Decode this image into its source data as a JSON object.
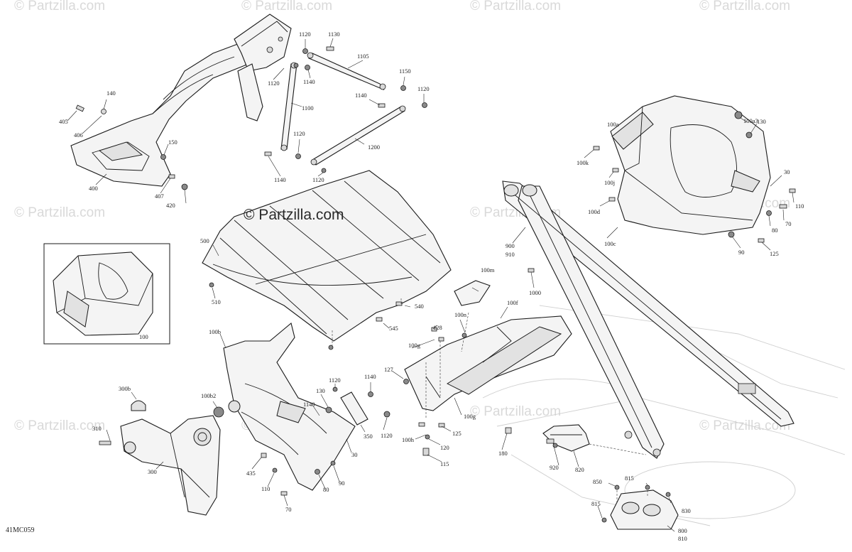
{
  "watermark": {
    "main": "© Partzilla.com",
    "faint": "© Partzilla.com"
  },
  "drawing_code": "41MC059",
  "labels": {
    "l400": "400",
    "l405": "405",
    "l406": "406",
    "l140": "140",
    "l150": "150",
    "l407": "407",
    "l420": "420",
    "l1120a": "1120",
    "l1130": "1130",
    "l1105": "1105",
    "l1120b": "1120",
    "l1140a": "1140",
    "l1150": "1150",
    "l1140b": "1140",
    "l1120c": "1120",
    "l1100": "1100",
    "l1120d": "1120",
    "l1200": "1200",
    "l1140c": "1140",
    "l1120e": "1120",
    "l500": "500",
    "l510": "510",
    "l540": "540",
    "l545": "545",
    "l100": "100",
    "l100a3": "100a3",
    "l100a": "100a",
    "l130a": "130",
    "l100k": "100k",
    "l100j": "100j",
    "l30a": "30",
    "l110a": "110",
    "l100d": "100d",
    "l70a": "70",
    "l80a": "80",
    "l100c": "100c",
    "l90a": "90",
    "l125a": "125",
    "l900": "900",
    "l910": "910",
    "l1000": "1000",
    "l100m": "100m",
    "l100n": "100n",
    "l100f": "100f",
    "l128": "128",
    "l100g": "100g",
    "l127": "127",
    "l100g2": "100g",
    "l125b": "125",
    "l100h": "100h",
    "l120": "120",
    "l115": "115",
    "l180": "180",
    "l100b": "100b",
    "l100b2": "100b2",
    "l300b": "300b",
    "l310": "310",
    "l300": "300",
    "l1120f": "1120",
    "l1140d": "1140",
    "l130b": "130",
    "l1140e": "1140",
    "l350": "350",
    "l1120g": "1120",
    "l30b": "30",
    "l435": "435",
    "l110b": "110",
    "l80b": "80",
    "l90b": "90",
    "l70b": "70",
    "l920": "920",
    "l820": "820",
    "l850": "850",
    "l815a": "815",
    "l815b": "815",
    "l830": "830",
    "l800": "800",
    "l810": "810"
  }
}
